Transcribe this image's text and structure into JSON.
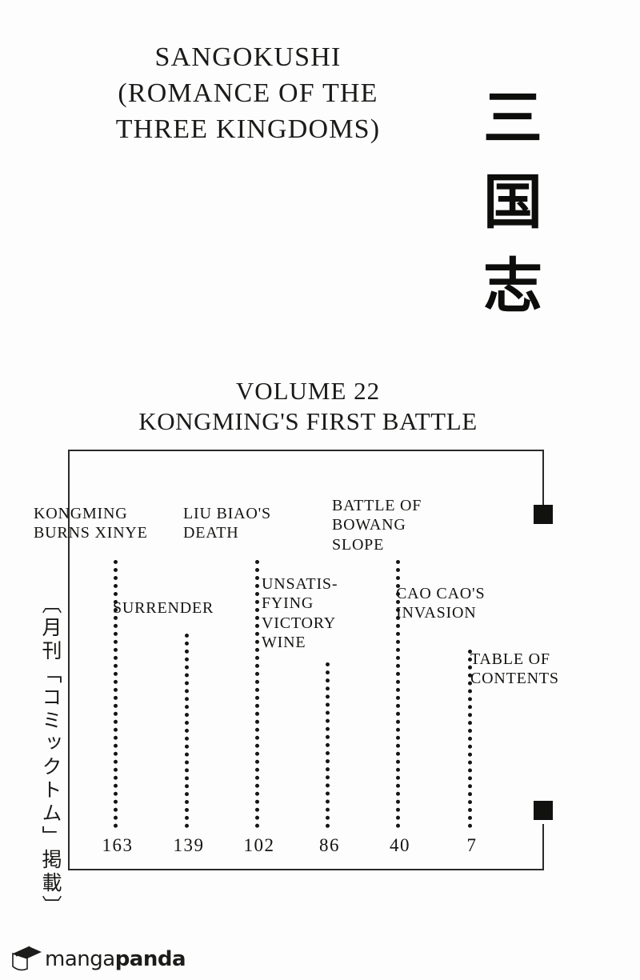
{
  "header": {
    "title_lines": [
      "SANGOKUSHI",
      "(ROMANCE OF THE",
      "THREE KINGDOMS)"
    ],
    "kanji_chars": [
      "三",
      "国",
      "志"
    ]
  },
  "volume": {
    "number_label": "VOLUME 22",
    "subtitle": "KONGMING'S FIRST BATTLE"
  },
  "side_note": {
    "vertical_text": "〔月刊「コミックトム」掲載〕"
  },
  "contents": {
    "entries": [
      {
        "label": "KONGMING\nBURNS XINYE",
        "page": "163"
      },
      {
        "label": "SURRENDER",
        "page": "139"
      },
      {
        "label": "LIU BIAO'S\nDEATH",
        "page": "102"
      },
      {
        "label": "UNSATIS-\nFYING\nVICTORY\nWINE",
        "page": "86"
      },
      {
        "label": "BATTLE OF\nBOWANG\nSLOPE",
        "page": "40"
      },
      {
        "label": "CAO CAO'S\nINVASION",
        "page": "7"
      }
    ],
    "table_of_contents_label": "TABLE OF\nCONTENTS"
  },
  "footer": {
    "logo_light": "manga",
    "logo_bold": "panda"
  },
  "colors": {
    "ink": "#1a1a18",
    "paper": "#fdfdfd",
    "node": "#111110"
  }
}
